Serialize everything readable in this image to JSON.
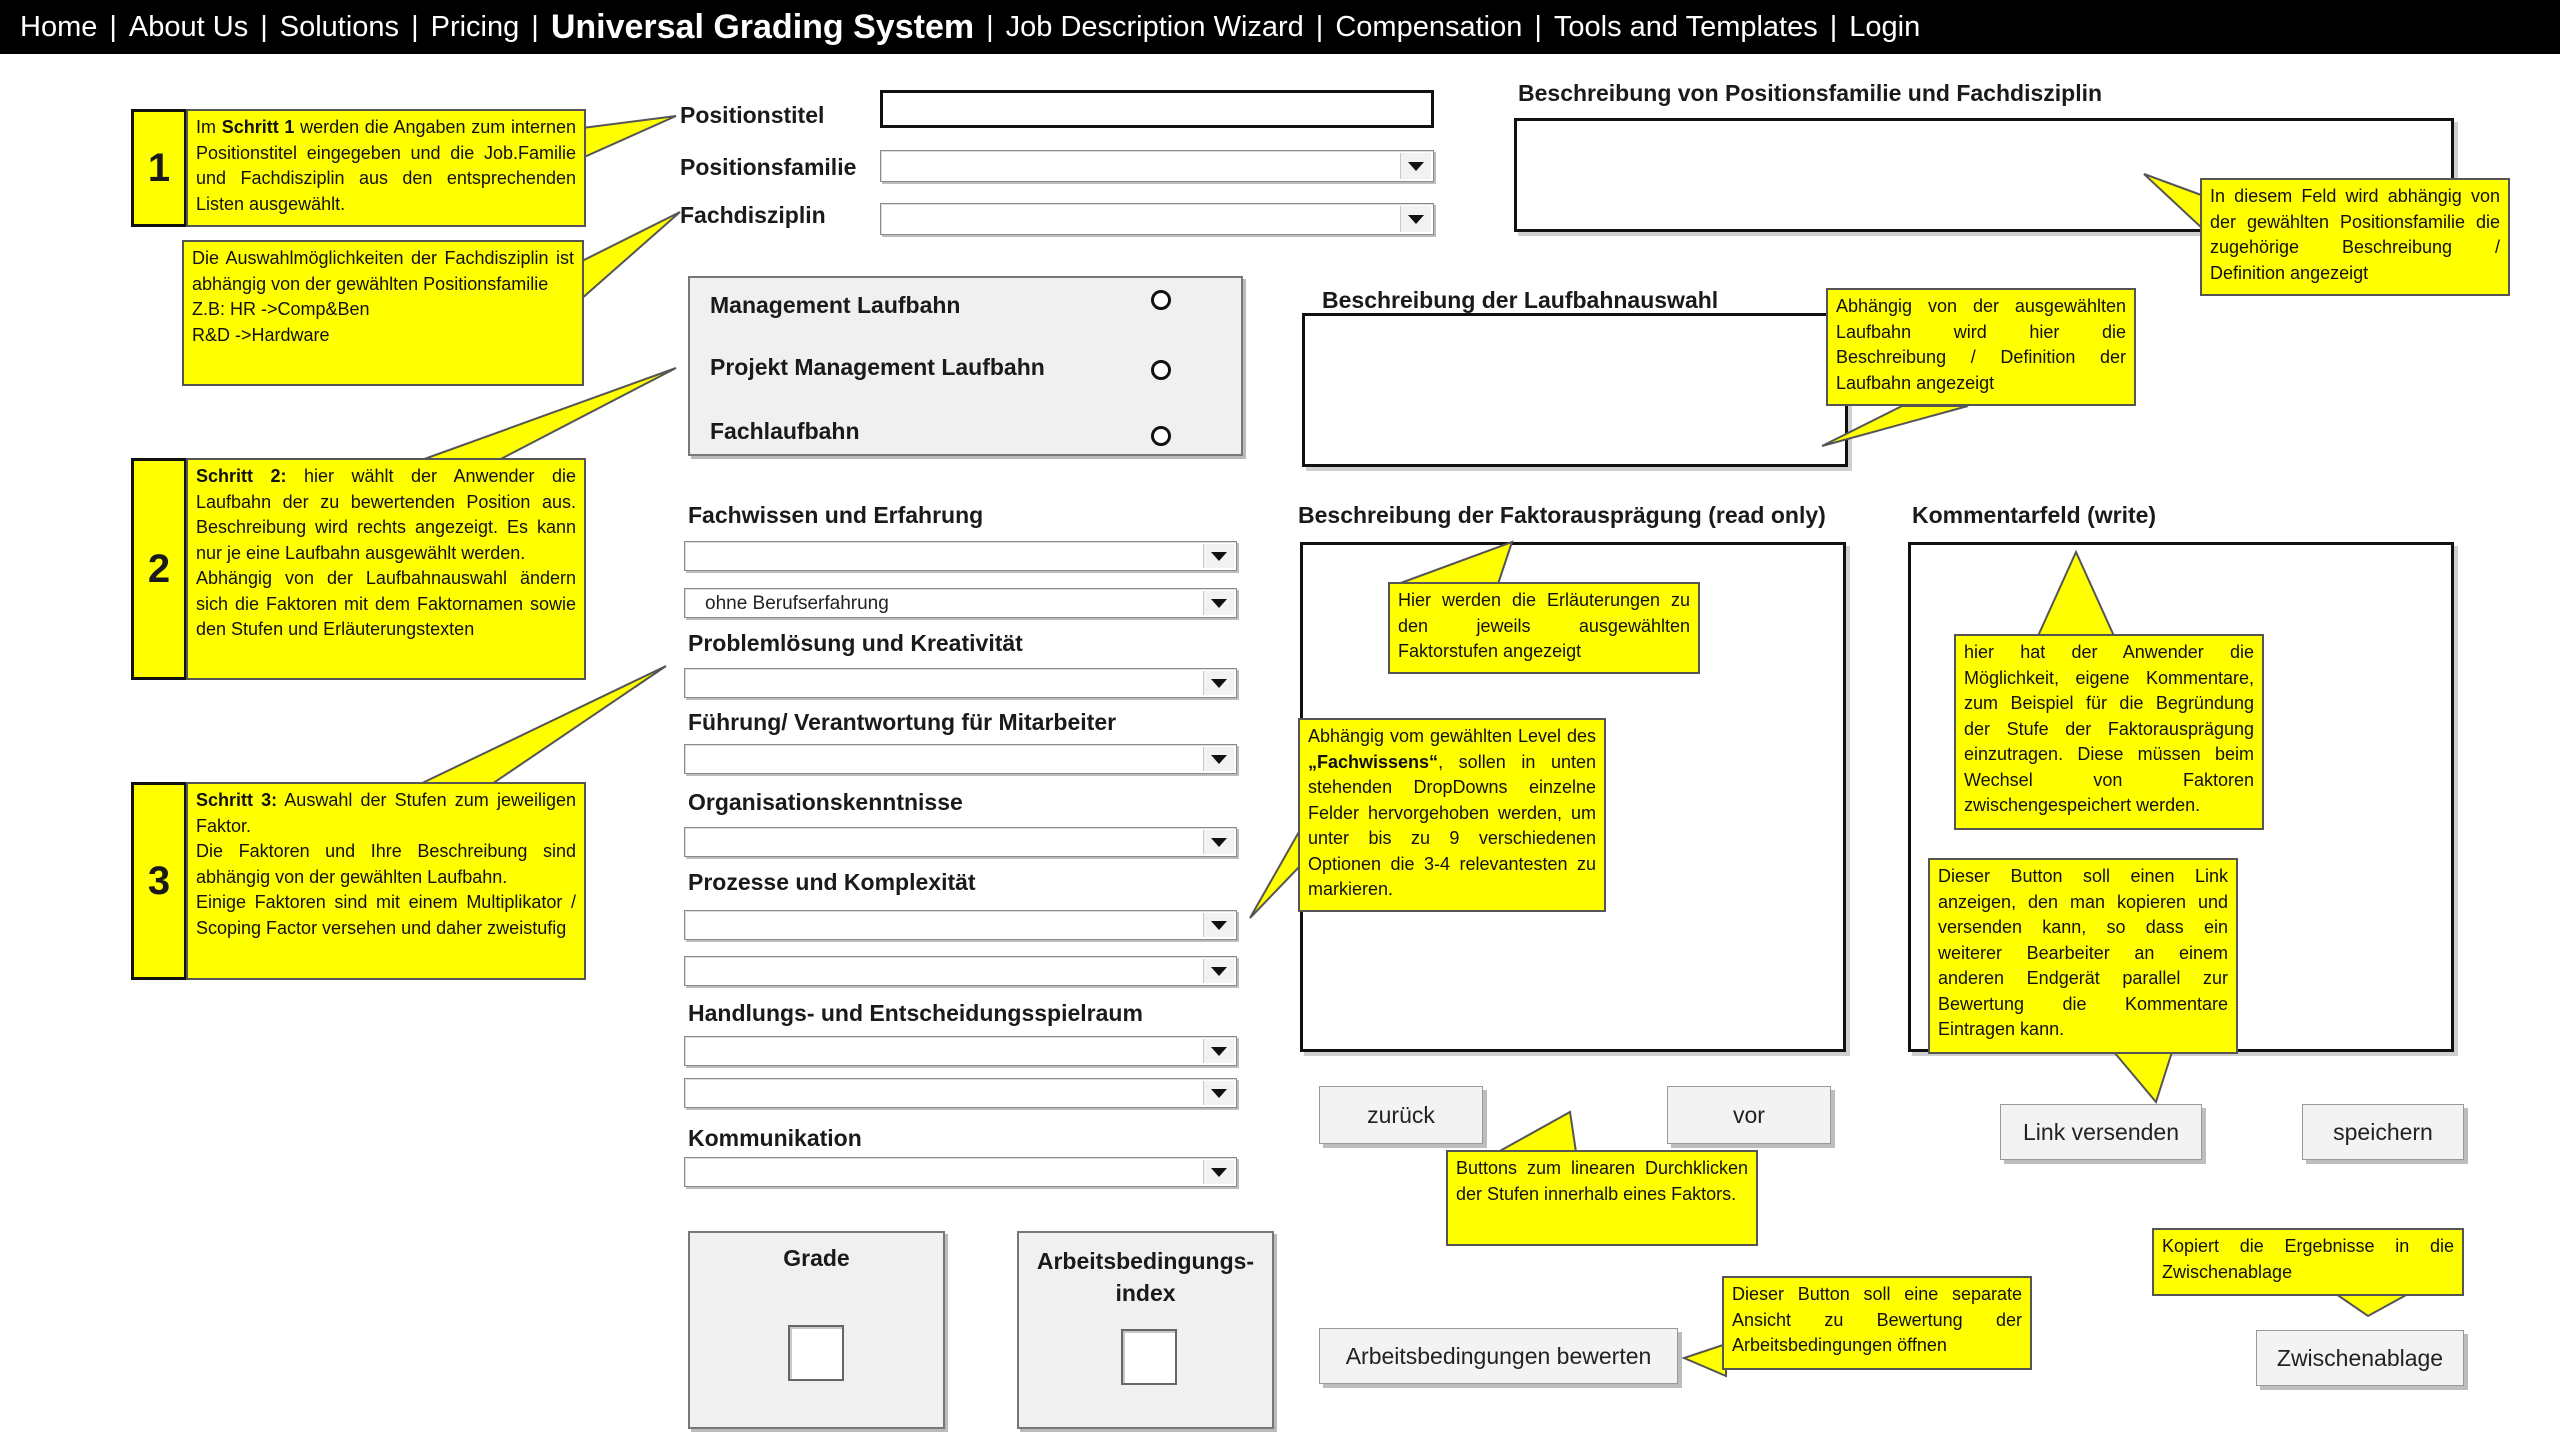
{
  "nav": {
    "home": "Home",
    "about": "About Us",
    "solutions": "Solutions",
    "pricing": "Pricing",
    "brand": "Universal Grading System",
    "jd_wizard": "Job Description Wizard",
    "compensation": "Compensation",
    "tools": "Tools and Templates",
    "login": "Login",
    "separator": "|"
  },
  "form": {
    "positionstitel_label": "Positionstitel",
    "positionstitel_value": "",
    "positionsfamilie_label": "Positionsfamilie",
    "positionsfamilie_value": "",
    "fachdisziplin_label": "Fachdisziplin",
    "fachdisziplin_value": ""
  },
  "career": {
    "options": [
      "Management Laufbahn",
      "Projekt Management Laufbahn",
      "Fachlaufbahn"
    ]
  },
  "factors": {
    "fachwissen_label": "Fachwissen und Erfahrung",
    "fachwissen_value_1": "",
    "fachwissen_value_2": "ohne Berufserfahrung",
    "problemloesung_label": "Problemlösung und Kreativität",
    "fuehrung_label": "Führung/ Verantwortung für Mitarbeiter",
    "organisation_label": "Organisationskenntnisse",
    "prozesse_label": "Prozesse und Komplexität",
    "handlung_label": "Handlungs- und Entscheidungsspielraum",
    "kommunikation_label": "Kommunikation"
  },
  "results": {
    "grade_label": "Grade",
    "arbeitsbedingungen_index_label_1": "Arbeitsbedingungs-",
    "arbeitsbedingungen_index_label_2": "index"
  },
  "descriptions": {
    "family_heading": "Beschreibung von Positionsfamilie und Fachdisziplin",
    "career_heading": "Beschreibung der Laufbahnauswahl",
    "factor_heading": "Beschreibung der Faktorausprägung (read only)",
    "comment_heading": "Kommentarfeld (write)"
  },
  "buttons": {
    "back": "zurück",
    "next": "vor",
    "send_link": "Link versenden",
    "save": "speichern",
    "evaluate_conditions": "Arbeitsbedingungen bewerten",
    "clipboard": "Zwischenablage"
  },
  "steps": [
    "1",
    "2",
    "3"
  ],
  "callouts": {
    "step1_pre": "Im ",
    "step1_bold": "Schritt 1",
    "step1_rest": " werden die Angaben zum internen Positionstitel eingegeben und die Job.Familie und Fachdisziplin aus den entsprechenden Listen ausgewählt.",
    "fach_options_1": "Die Auswahlmöglichkeiten der Fachdisziplin ist abhängig von der gewählten Positionsfamilie",
    "fach_options_2": "Z.B: HR ->Comp&Ben",
    "fach_options_3": "R&D ->Hardware",
    "step2_bold": "Schritt 2:",
    "step2_rest": " hier wählt der Anwender die Laufbahn der zu bewertenden Position aus. Beschreibung wird rechts angezeigt. Es kann nur je eine Laufbahn ausgewählt werden.",
    "step2_rest2": "Abhängig von der Laufbahnauswahl ändern sich die Faktoren mit dem Faktornamen sowie den Stufen und Erläuterungstexten",
    "step3_bold": "Schritt 3:",
    "step3_rest": " Auswahl der Stufen zum jeweiligen Faktor.",
    "step3_rest2": "Die Faktoren und Ihre Beschreibung sind abhängig von der gewählten Laufbahn.",
    "step3_rest3": "Einige Faktoren sind mit einem Multiplikator / Scoping Factor versehen und daher zweistufig",
    "family_desc": "In diesem Feld wird abhängig von der gewählten Positionsfamilie die zugehörige Beschreibung / Definition angezeigt",
    "career_desc": "Abhängig von der ausgewählten Laufbahn wird hier die Beschreibung / Definition der Laufbahn angezeigt",
    "factor_expl": "Hier werden die Erläuterungen zu den jeweils ausgewählten Faktorstufen angezeigt",
    "fachwissen_pre": "Abhängig vom gewählten Level des ",
    "fachwissen_bold": "„Fachwissens“",
    "fachwissen_rest": ", sollen in unten stehenden DropDowns einzelne Felder hervorgehoben werden, um unter bis zu 9 verschiedenen Optionen die 3-4 relevantesten zu markieren.",
    "comment_desc": "hier hat der Anwender die Möglichkeit, eigene Kommentare, zum Beispiel für die Begründung der Stufe der Faktorausprägung einzutragen. Diese müssen beim Wechsel von Faktoren zwischengespeichert werden.",
    "link_desc": "Dieser Button soll einen Link anzeigen, den man kopieren und versenden kann, so dass ein weiterer Bearbeiter an einem anderen Endgerät parallel zur Bewertung die Kommentare Eintragen kann.",
    "buttons_desc": "Buttons zum linearen Durchklicken der Stufen innerhalb eines Faktors.",
    "conditions_desc": "Dieser Button soll eine separate Ansicht zu Bewertung der Arbeitsbedingungen öffnen",
    "clipboard_desc": "Kopiert die Ergebnisse in die Zwischenablage"
  }
}
